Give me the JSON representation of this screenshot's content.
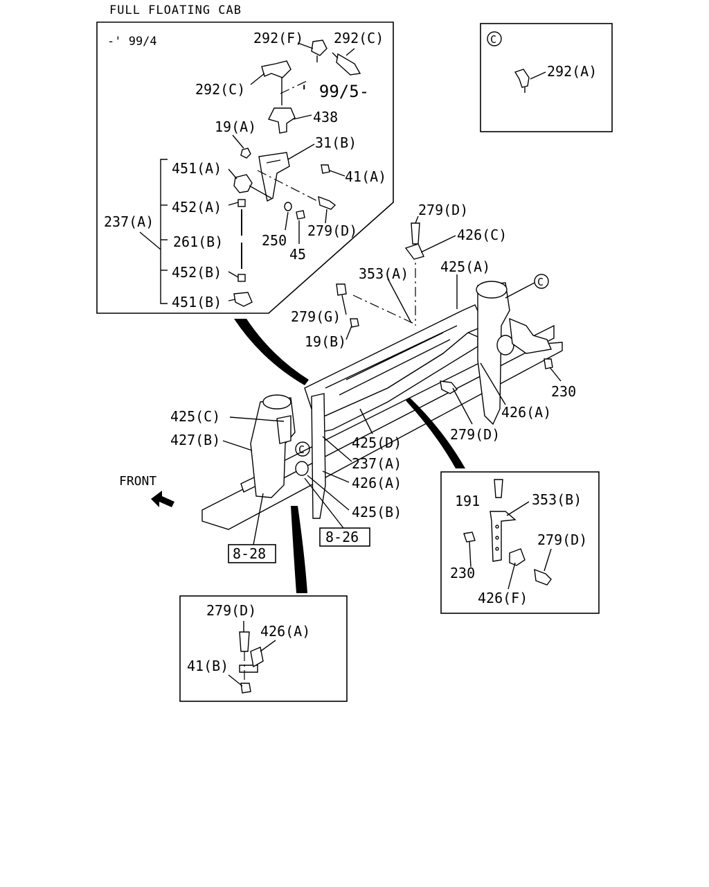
{
  "title": "FULL FLOATING CAB",
  "front_label": "FRONT",
  "detail_a": {
    "date_before": "-' 99/4",
    "date_after": "' 99/5-",
    "labels": [
      "292(F)",
      "292(C)",
      "292(C)",
      "438",
      "19(A)",
      "31(B)",
      "451(A)",
      "41(A)",
      "452(A)",
      "237(A)",
      "261(B)",
      "250",
      "279(D)",
      "45",
      "452(B)",
      "451(B)"
    ]
  },
  "detail_c": {
    "marker": "C",
    "labels": [
      "292(A)"
    ]
  },
  "main_view": {
    "labels": [
      "279(D)",
      "426(C)",
      "425(A)",
      "353(A)",
      "279(G)",
      "19(B)",
      "230",
      "426(A)",
      "279(D)",
      "425(C)",
      "427(B)",
      "425(D)",
      "237(A)",
      "426(A)",
      "425(B)"
    ],
    "marker_c_1": "C",
    "marker_c_2": "C",
    "refs": [
      "8-28",
      "8-26"
    ]
  },
  "detail_b": {
    "labels": [
      "191",
      "353(B)",
      "279(D)",
      "230",
      "426(F)"
    ]
  },
  "detail_d": {
    "labels": [
      "279(D)",
      "426(A)",
      "41(B)"
    ]
  }
}
